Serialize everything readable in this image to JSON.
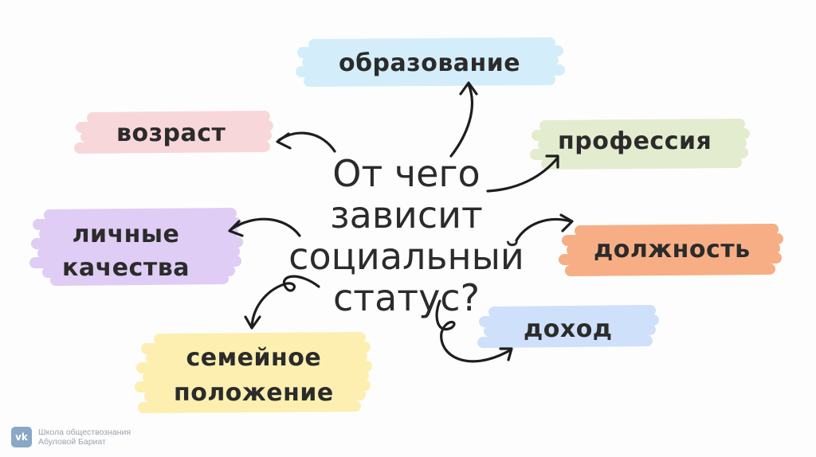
{
  "diagram": {
    "center_lines": [
      "От чего",
      "зависит",
      "социальный",
      "статус?"
    ],
    "nodes": [
      {
        "id": "education",
        "label": "образование",
        "color": "#d3eefa"
      },
      {
        "id": "age",
        "label": "возраст",
        "color": "#f8d7db"
      },
      {
        "id": "profession",
        "label": "профессия",
        "color": "#e4ecd0"
      },
      {
        "id": "personal",
        "lines": [
          "личные",
          "качества"
        ],
        "color": "#dfcdf5"
      },
      {
        "id": "position",
        "label": "должность",
        "color": "#f7ae85"
      },
      {
        "id": "income",
        "label": "доход",
        "color": "#cfe0fb"
      },
      {
        "id": "family",
        "lines": [
          "семейное",
          "положение"
        ],
        "color": "#fcefb0"
      }
    ]
  },
  "watermark": {
    "icon": "vk-icon",
    "line1": "Школа обществознания",
    "line2": "Абуловой Бариат"
  }
}
